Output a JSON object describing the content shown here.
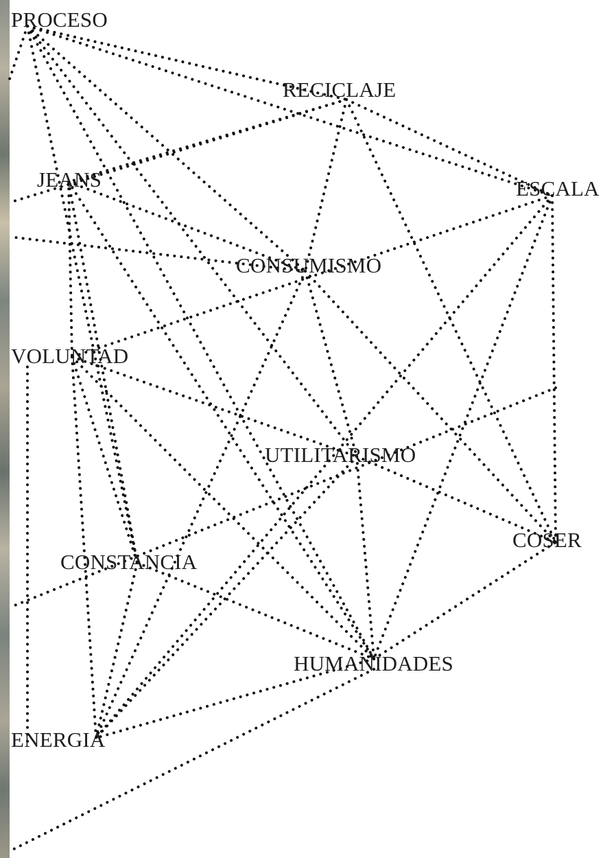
{
  "diagram": {
    "nodes": [
      {
        "id": "proceso",
        "label": "PROCESO"
      },
      {
        "id": "reciclaje",
        "label": "RECICLAJE"
      },
      {
        "id": "escala",
        "label": "ESCALA"
      },
      {
        "id": "jeans",
        "label": "JEANS"
      },
      {
        "id": "consumismo",
        "label": "CONSUMISMO"
      },
      {
        "id": "voluntad",
        "label": "VOLUNTAD"
      },
      {
        "id": "utilitarismo",
        "label": "UTILITARISMO"
      },
      {
        "id": "coser",
        "label": "COSER"
      },
      {
        "id": "constancia",
        "label": "CONSTANCIA"
      },
      {
        "id": "humanidades",
        "label": "HUMANIDADES"
      },
      {
        "id": "energia",
        "label": "ENERGIA"
      }
    ],
    "edges": [
      [
        "proceso",
        "reciclaje"
      ],
      [
        "proceso",
        "escala"
      ],
      [
        "proceso",
        "consumismo"
      ],
      [
        "proceso",
        "utilitarismo"
      ],
      [
        "proceso",
        "humanidades"
      ],
      [
        "proceso",
        "constancia"
      ],
      [
        "reciclaje",
        "escala"
      ],
      [
        "reciclaje",
        "jeans"
      ],
      [
        "reciclaje",
        "consumismo"
      ],
      [
        "reciclaje",
        "coser"
      ],
      [
        "escala",
        "voluntad"
      ],
      [
        "escala",
        "coser"
      ],
      [
        "escala",
        "humanidades"
      ],
      [
        "escala",
        "energia"
      ],
      [
        "jeans",
        "voluntad"
      ],
      [
        "jeans",
        "constancia"
      ],
      [
        "jeans",
        "consumismo"
      ],
      [
        "jeans",
        "humanidades"
      ],
      [
        "consumismo",
        "coser"
      ],
      [
        "consumismo",
        "utilitarismo"
      ],
      [
        "consumismo",
        "energia"
      ],
      [
        "voluntad",
        "utilitarismo"
      ],
      [
        "voluntad",
        "constancia"
      ],
      [
        "voluntad",
        "energia"
      ],
      [
        "voluntad",
        "humanidades"
      ],
      [
        "utilitarismo",
        "coser"
      ],
      [
        "utilitarismo",
        "humanidades"
      ],
      [
        "utilitarismo",
        "energia"
      ],
      [
        "constancia",
        "energia"
      ],
      [
        "constancia",
        "humanidades"
      ],
      [
        "humanidades",
        "coser"
      ],
      [
        "humanidades",
        "energia"
      ]
    ]
  }
}
